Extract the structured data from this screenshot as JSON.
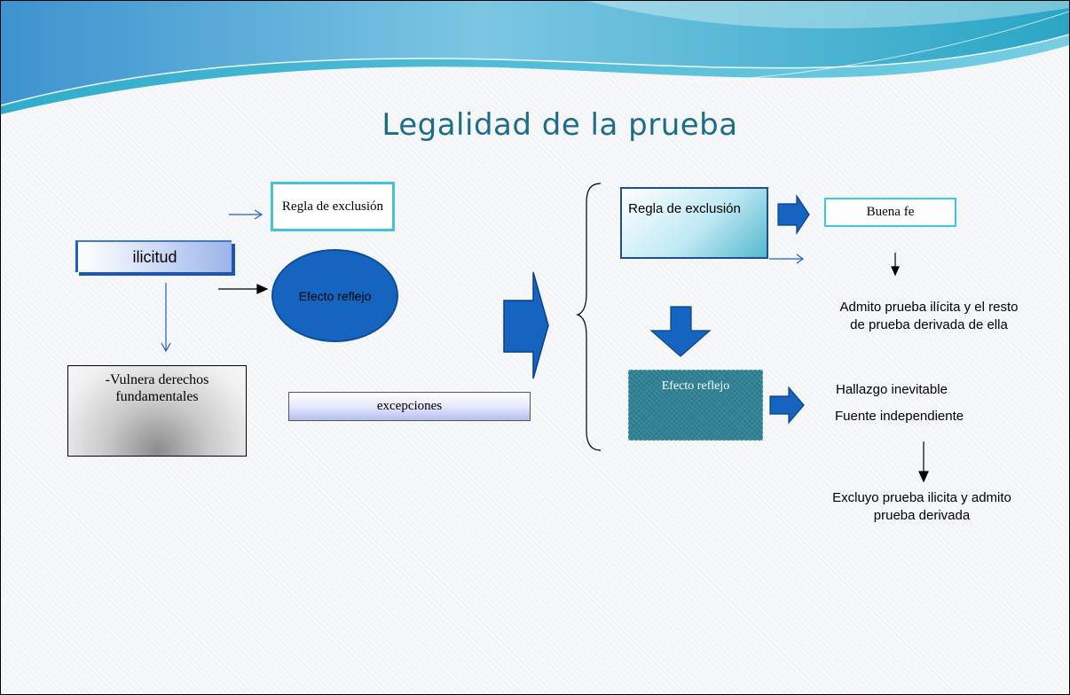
{
  "slide": {
    "title": "Legalidad de la prueba"
  },
  "left": {
    "regla_exclusion": "Regla de exclusión",
    "ilicitud": "ilicitud",
    "efecto_reflejo": "Efecto reflejo",
    "vulnera": "-Vulnera derechos fundamentales",
    "excepciones": "excepciones"
  },
  "right": {
    "regla_exclusion": "Regla de exclusión",
    "buena_fe": "Buena fe",
    "admito": "Admito prueba ilícita y el resto de prueba derivada de ella",
    "efecto_reflejo": "Efecto reflejo",
    "hallazgo": "Hallazgo inevitable",
    "fuente": "Fuente independiente",
    "excluyo": "Excluyo prueba ilicita y admito prueba derivada"
  },
  "colors": {
    "title": "#1e6d86",
    "accent_blue": "#1565c0",
    "teal": "#2e8296",
    "cyan_border": "#44c2d8"
  }
}
